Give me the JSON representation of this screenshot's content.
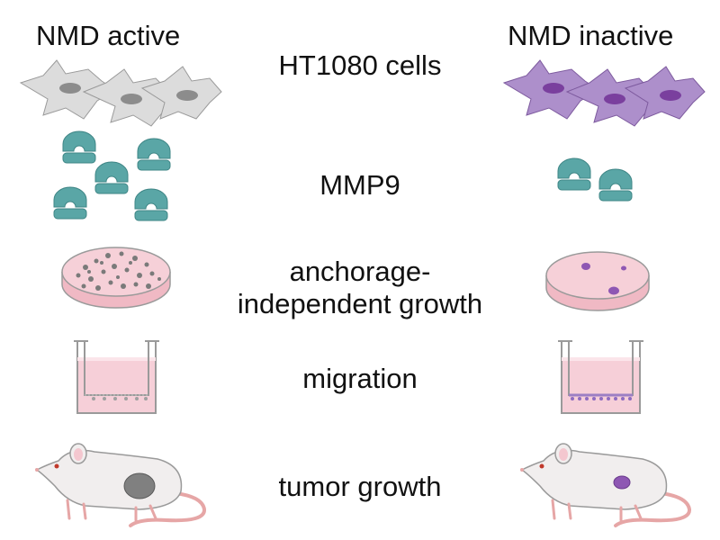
{
  "columns": {
    "left_header": "NMD active",
    "right_header": "NMD inactive"
  },
  "rows": [
    {
      "label": "HT1080 cells"
    },
    {
      "label": "MMP9"
    },
    {
      "label_line1": "anchorage-",
      "label_line2": "independent growth"
    },
    {
      "label": "migration"
    },
    {
      "label": "tumor growth"
    }
  ],
  "colors": {
    "cell_active": "#d9d9d9",
    "cell_inactive": "#a98bc6",
    "mmp9": "#5aa6a6",
    "dish_medium": "#f4c7cf",
    "colony_purple": "#8e57b3",
    "tumor_active": "#808080",
    "tumor_inactive": "#8e57b3"
  },
  "icons": [
    "cell-icon",
    "mmp9-protein-icon",
    "petri-dish-icon",
    "transwell-icon",
    "mouse-icon"
  ]
}
